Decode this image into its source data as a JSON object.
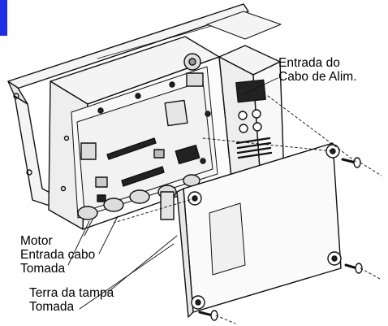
{
  "labels": {
    "power_entry": [
      "Entrada do",
      "Cabo de Alim."
    ],
    "motor_group": [
      "Motor",
      "Entrada cabo",
      "Tomada"
    ],
    "lid_ground": [
      "Terra da tampa",
      "Tomada"
    ]
  },
  "colors": {
    "accent_tab": "#1f2ee6",
    "line": "#111111",
    "panel_fill": "#f4f4f4",
    "cover_fill": "#fafafa",
    "dark_part": "#222222"
  }
}
